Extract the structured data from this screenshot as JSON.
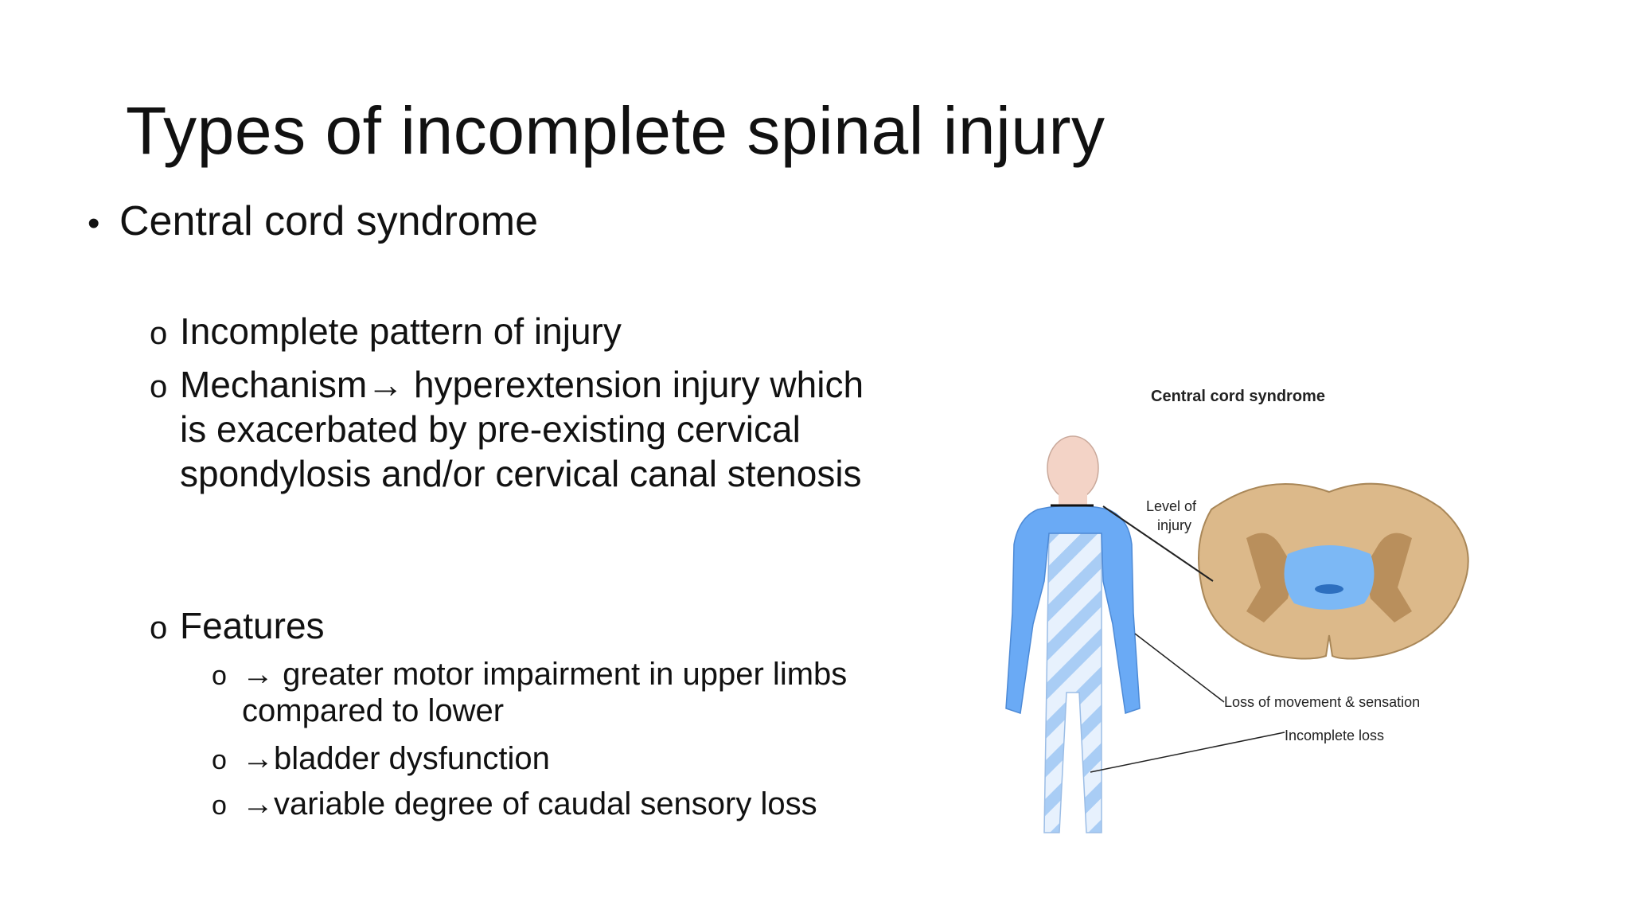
{
  "slide": {
    "title": "Types of incomplete spinal injury",
    "bullet1": {
      "marker": "•",
      "text": "Central cord syndrome"
    },
    "sub_items": [
      {
        "marker": "o",
        "text": "Incomplete pattern of injury"
      },
      {
        "marker": "o",
        "text": "Mechanism→ hyperextension injury which is exacerbated by pre-existing cervical spondylosis and/or cervical canal stenosis"
      },
      {
        "marker": "o",
        "text": "Features"
      }
    ],
    "feature_items": [
      {
        "marker": "o",
        "text": "→ greater motor impairment in upper limbs compared to lower"
      },
      {
        "marker": "o",
        "text": "→bladder dysfunction"
      },
      {
        "marker": "o",
        "text": "→variable degree of caudal sensory loss"
      }
    ]
  },
  "figure": {
    "title": "Central cord syndrome",
    "label_level_line1": "Level of",
    "label_level_line2": "injury",
    "label_loss": "Loss of movement & sensation",
    "label_incomplete": "Incomplete loss",
    "colors": {
      "skin": "#f3d3c6",
      "loss_blue": "#6aaaf5",
      "hatch_blue": "#a9cdf5",
      "cord_tan": "#dcb98a",
      "cord_dark": "#b98f5c",
      "cord_blue": "#7cb8f5"
    }
  }
}
